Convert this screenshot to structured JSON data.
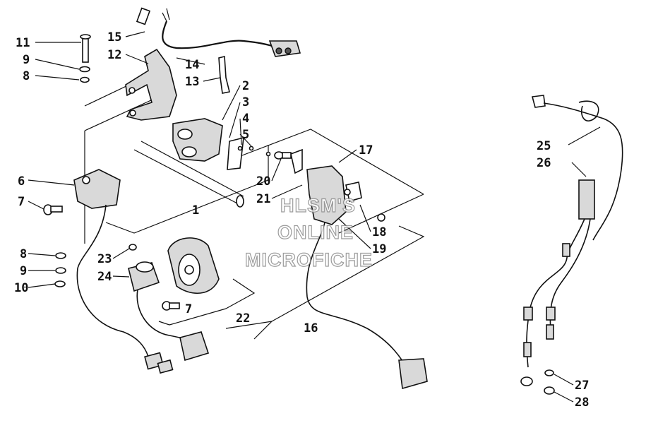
{
  "callouts": [
    {
      "id": "c11",
      "label": "11"
    },
    {
      "id": "c9a",
      "label": "9"
    },
    {
      "id": "c8a",
      "label": "8"
    },
    {
      "id": "c15",
      "label": "15"
    },
    {
      "id": "c12",
      "label": "12"
    },
    {
      "id": "c14",
      "label": "14"
    },
    {
      "id": "c13",
      "label": "13"
    },
    {
      "id": "c2",
      "label": "2"
    },
    {
      "id": "c3",
      "label": "3"
    },
    {
      "id": "c4",
      "label": "4"
    },
    {
      "id": "c5",
      "label": "5"
    },
    {
      "id": "c6",
      "label": "6"
    },
    {
      "id": "c7a",
      "label": "7"
    },
    {
      "id": "c1",
      "label": "1"
    },
    {
      "id": "c17",
      "label": "17"
    },
    {
      "id": "c20",
      "label": "20"
    },
    {
      "id": "c21",
      "label": "21"
    },
    {
      "id": "c18",
      "label": "18"
    },
    {
      "id": "c19",
      "label": "19"
    },
    {
      "id": "c8b",
      "label": "8"
    },
    {
      "id": "c9b",
      "label": "9"
    },
    {
      "id": "c10",
      "label": "10"
    },
    {
      "id": "c23",
      "label": "23"
    },
    {
      "id": "c24",
      "label": "24"
    },
    {
      "id": "c7b",
      "label": "7"
    },
    {
      "id": "c22",
      "label": "22"
    },
    {
      "id": "c16",
      "label": "16"
    },
    {
      "id": "c25",
      "label": "25"
    },
    {
      "id": "c26",
      "label": "26"
    },
    {
      "id": "c27",
      "label": "27"
    },
    {
      "id": "c28",
      "label": "28"
    }
  ],
  "watermark": {
    "line1": "HLSM'S",
    "line2": "ONLINE",
    "line3": "MICROFICHE"
  },
  "colors": {
    "ink": "#111111",
    "shade": "#d9d9d9",
    "watermark": "#8a8a8a"
  }
}
